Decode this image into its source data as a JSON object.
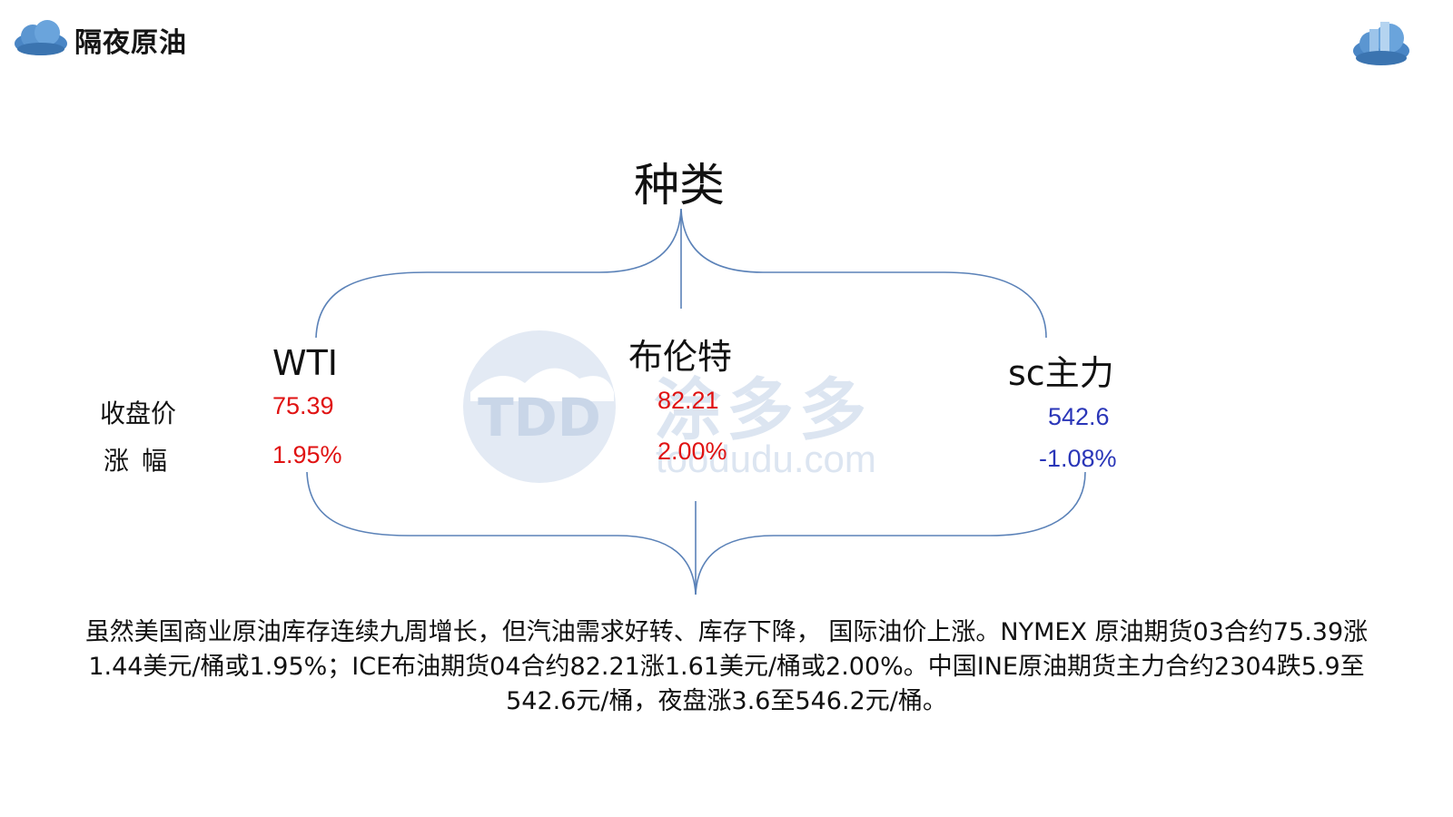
{
  "header": {
    "title": "隔夜原油"
  },
  "watermark": {
    "logo_text": "TDD",
    "name": "涂多多",
    "url": "toodudu.com"
  },
  "diagram": {
    "title": "种类",
    "columns": [
      {
        "name": "WTI",
        "close": "75.39",
        "change": "1.95%",
        "color": "#e01212"
      },
      {
        "name": "布伦特",
        "close": "82.21",
        "change": "2.00%",
        "color": "#e01212"
      },
      {
        "name": "sc主力",
        "close": "542.6",
        "change": "-1.08%",
        "color": "#2a36b8"
      }
    ],
    "row_labels": {
      "close": "收盘价",
      "change": "涨幅"
    },
    "brace_color": "#5b82b8"
  },
  "summary": {
    "text": "虽然美国商业原油库存连续九周增长，但汽油需求好转、库存下降， 国际油价上涨。NYMEX 原油期货03合约75.39涨1.44美元/桶或1.95%；ICE布油期货04合约82.21涨1.61美元/桶或2.00%。中国INE原油期货主力合约2304跌5.9至542.6元/桶，夜盘涨3.6至546.2元/桶。"
  },
  "logos": {
    "left": "cloud-logo-icon",
    "right": "cloud-building-logo-icon"
  }
}
